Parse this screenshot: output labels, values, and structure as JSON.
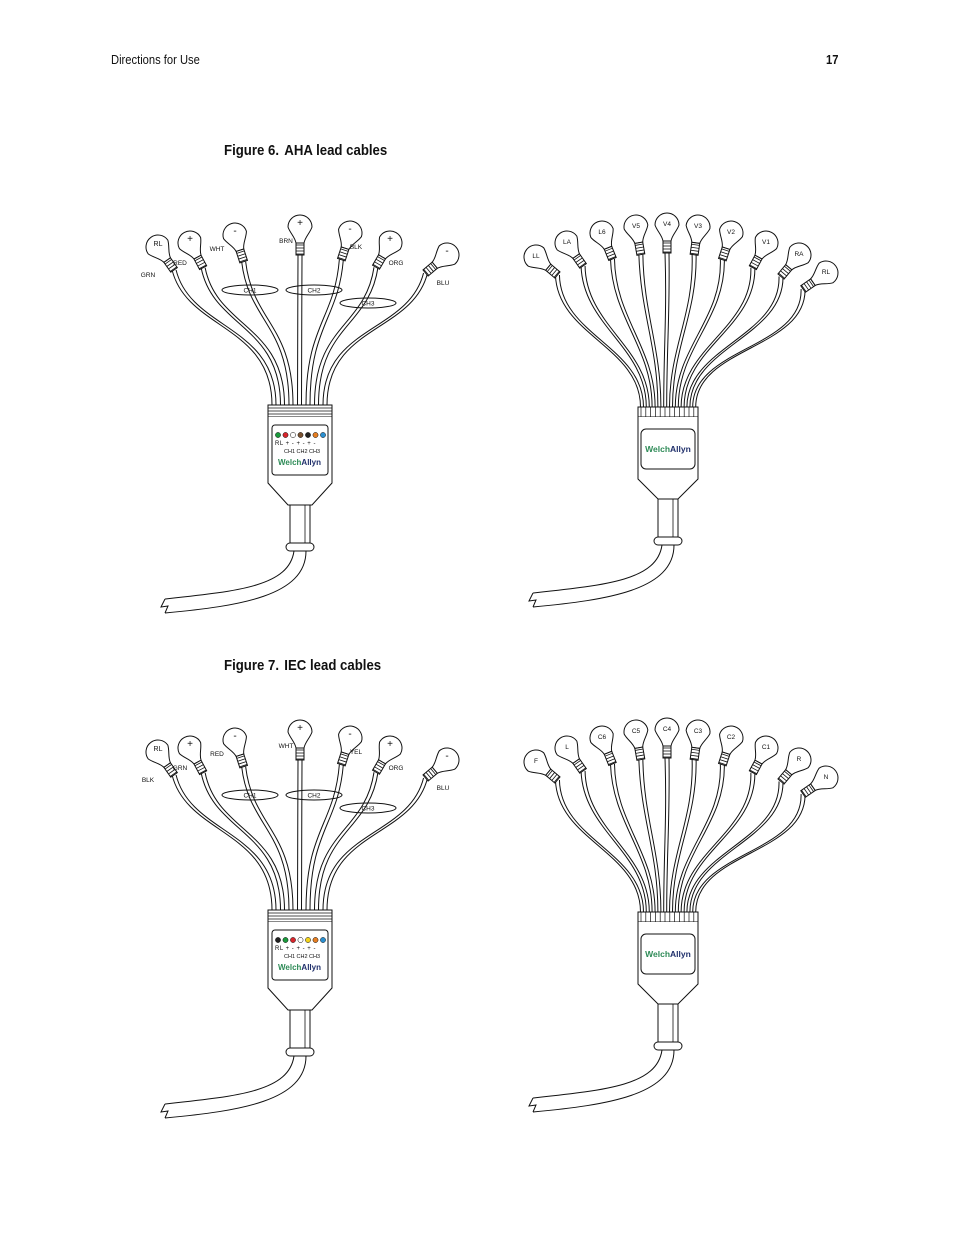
{
  "header": {
    "left": "Directions for Use",
    "page_number": "17"
  },
  "figures": [
    {
      "number": "Figure 6.",
      "title": "AHA lead cables",
      "three_lead": {
        "electrodes": [
          {
            "sign": "",
            "label": "RL",
            "wire": "GRN"
          },
          {
            "sign": "+",
            "label": "",
            "wire": "RED"
          },
          {
            "sign": "-",
            "label": "",
            "wire": "WHT"
          },
          {
            "sign": "+",
            "label": "",
            "wire": "BRN"
          },
          {
            "sign": "-",
            "label": "",
            "wire": "BLK"
          },
          {
            "sign": "+",
            "label": "",
            "wire": "ORG"
          },
          {
            "sign": "-",
            "label": "",
            "wire": "BLU"
          }
        ],
        "channels": [
          "CH1",
          "CH2",
          "CH3"
        ],
        "legend_colors": [
          "#1a9a3c",
          "#d8262c",
          "#ffffff",
          "#7a5230",
          "#222222",
          "#e67e22",
          "#2a8fd0"
        ],
        "legend_signs": "RL + - + - + -",
        "legend_channels": "CH1 CH2 CH3",
        "brand_a": "Welch",
        "brand_b": "Allyn"
      },
      "twelve_lead": {
        "electrodes": [
          "LL",
          "LA",
          "L6",
          "V5",
          "V4",
          "V3",
          "V2",
          "V1",
          "RA",
          "RL"
        ],
        "brand_a": "Welch",
        "brand_b": "Allyn"
      }
    },
    {
      "number": "Figure 7.",
      "title": "IEC lead cables",
      "three_lead": {
        "electrodes": [
          {
            "sign": "",
            "label": "RL",
            "wire": "BLK"
          },
          {
            "sign": "+",
            "label": "",
            "wire": "GRN"
          },
          {
            "sign": "-",
            "label": "",
            "wire": "RED"
          },
          {
            "sign": "+",
            "label": "",
            "wire": "WHT"
          },
          {
            "sign": "-",
            "label": "",
            "wire": "YEL"
          },
          {
            "sign": "+",
            "label": "",
            "wire": "ORG"
          },
          {
            "sign": "-",
            "label": "",
            "wire": "BLU"
          }
        ],
        "channels": [
          "CH1",
          "CH2",
          "CH3"
        ],
        "legend_colors": [
          "#222222",
          "#1a9a3c",
          "#d8262c",
          "#ffffff",
          "#f2d31b",
          "#e67e22",
          "#2a8fd0"
        ],
        "legend_signs": "RL + - + - + -",
        "legend_channels": "CH1 CH2 CH3",
        "brand_a": "Welch",
        "brand_b": "Allyn"
      },
      "twelve_lead": {
        "electrodes": [
          "F",
          "L",
          "C6",
          "C5",
          "C4",
          "C3",
          "C2",
          "C1",
          "R",
          "N"
        ],
        "brand_a": "Welch",
        "brand_b": "Allyn"
      }
    }
  ]
}
